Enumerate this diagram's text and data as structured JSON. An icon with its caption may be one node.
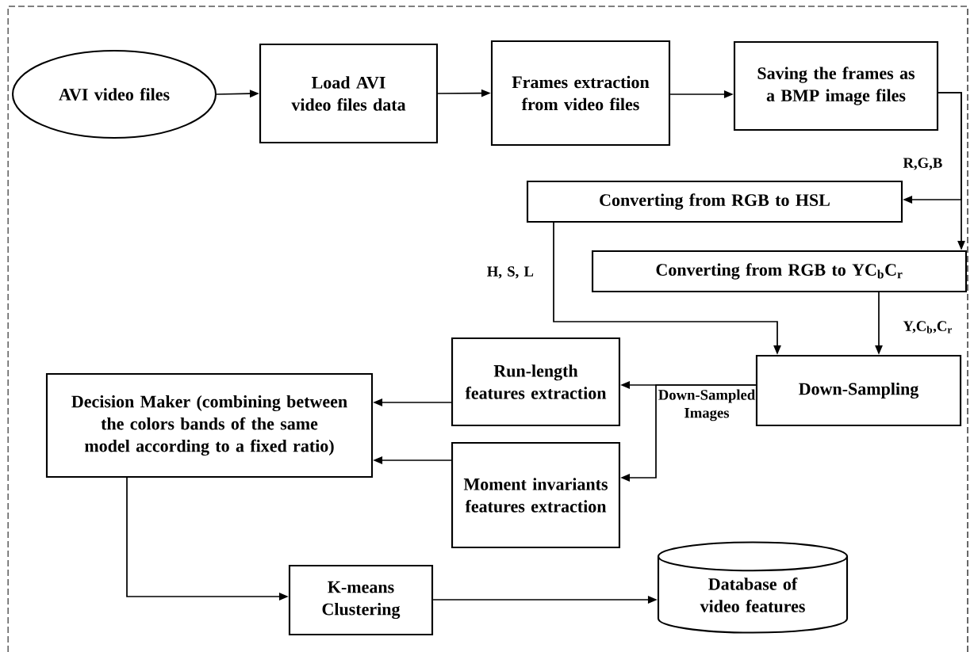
{
  "diagram": {
    "nodes": [
      {
        "text": [
          "AVI video files"
        ]
      },
      {
        "text": [
          "Load AVI video files data"
        ]
      },
      {
        "text": [
          "Frames extraction from video files"
        ]
      },
      {
        "text": [
          "Saving the frames as a BMP image files"
        ]
      },
      {
        "text": [
          "Converting from RGB to HSL"
        ]
      },
      {
        "text": [
          "Converting from RGB to YC$_{b}$C$_{r}$"
        ]
      },
      {
        "text": [
          "Down-Sampling"
        ]
      },
      {
        "text": [
          "Run-length features extraction"
        ]
      },
      {
        "text": [
          "Moment invariants features extraction"
        ]
      },
      {
        "text": [
          "Decision Maker (combining between the colors bands of the same model according to a fixed ratio)"
        ]
      },
      {
        "text": [
          "K-means Clustering"
        ]
      },
      {
        "text": [
          "Database of video features"
        ]
      }
    ],
    "edges": [
      {
        "from": 0,
        "to": 1,
        "arrow": "to"
      },
      {
        "from": 1,
        "to": 2,
        "arrow": "to"
      },
      {
        "from": 2,
        "to": 3,
        "arrow": "to"
      },
      {
        "from": 3,
        "to": 4,
        "arrow": "to",
        "label": "R,G,B"
      },
      {
        "from": 3,
        "to": 5,
        "arrow": "to"
      },
      {
        "from": 4,
        "to": 6,
        "arrow": "to",
        "label": "H, S, L"
      },
      {
        "from": 5,
        "to": 6,
        "arrow": "to",
        "label": "Y,C$_{b}$,C$_{r}$"
      },
      {
        "from": 6,
        "to": 7,
        "arrow": "to",
        "label": "Down-Sampled Images"
      },
      {
        "from": 6,
        "to": 8,
        "arrow": "to"
      },
      {
        "from": 7,
        "to": 9,
        "arrow": "to"
      },
      {
        "from": 8,
        "to": 9,
        "arrow": "to"
      },
      {
        "from": 9,
        "to": 10,
        "arrow": "to"
      },
      {
        "from": 10,
        "to": 11,
        "arrow": "to"
      }
    ]
  }
}
